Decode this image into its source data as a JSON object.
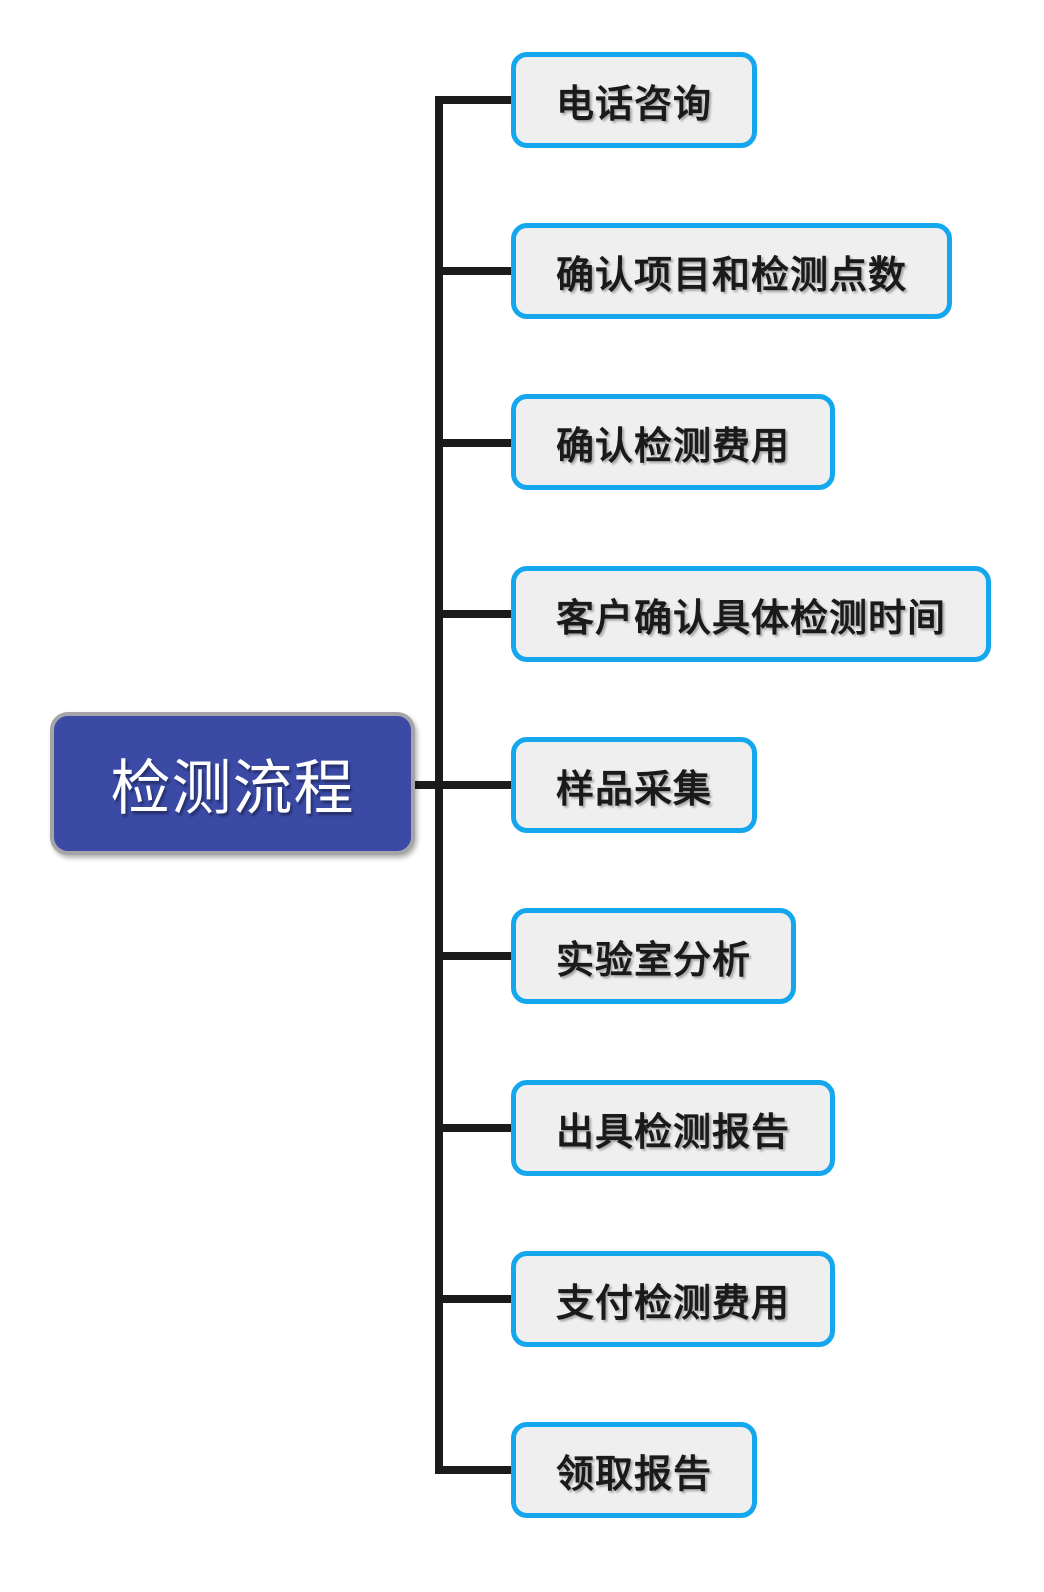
{
  "diagram": {
    "type": "mindmap-flow",
    "root": {
      "label": "检测流程"
    },
    "nodes": [
      {
        "label": "电话咨询"
      },
      {
        "label": "确认项目和检测点数"
      },
      {
        "label": "确认检测费用"
      },
      {
        "label": "客户确认具体检测时间"
      },
      {
        "label": "样品采集"
      },
      {
        "label": "实验室分析"
      },
      {
        "label": "出具检测报告"
      },
      {
        "label": "支付检测费用"
      },
      {
        "label": "领取报告"
      }
    ]
  },
  "colors": {
    "background": "#FFFFFF",
    "root_fill": "#3A4AA5",
    "root_border": "#A5A5A7",
    "root_text": "#FFFFFF",
    "node_fill": "#EFEFEF",
    "node_border": "#14A7EE",
    "node_text": "#1A1A1A",
    "connector": "#1B1B1B"
  }
}
